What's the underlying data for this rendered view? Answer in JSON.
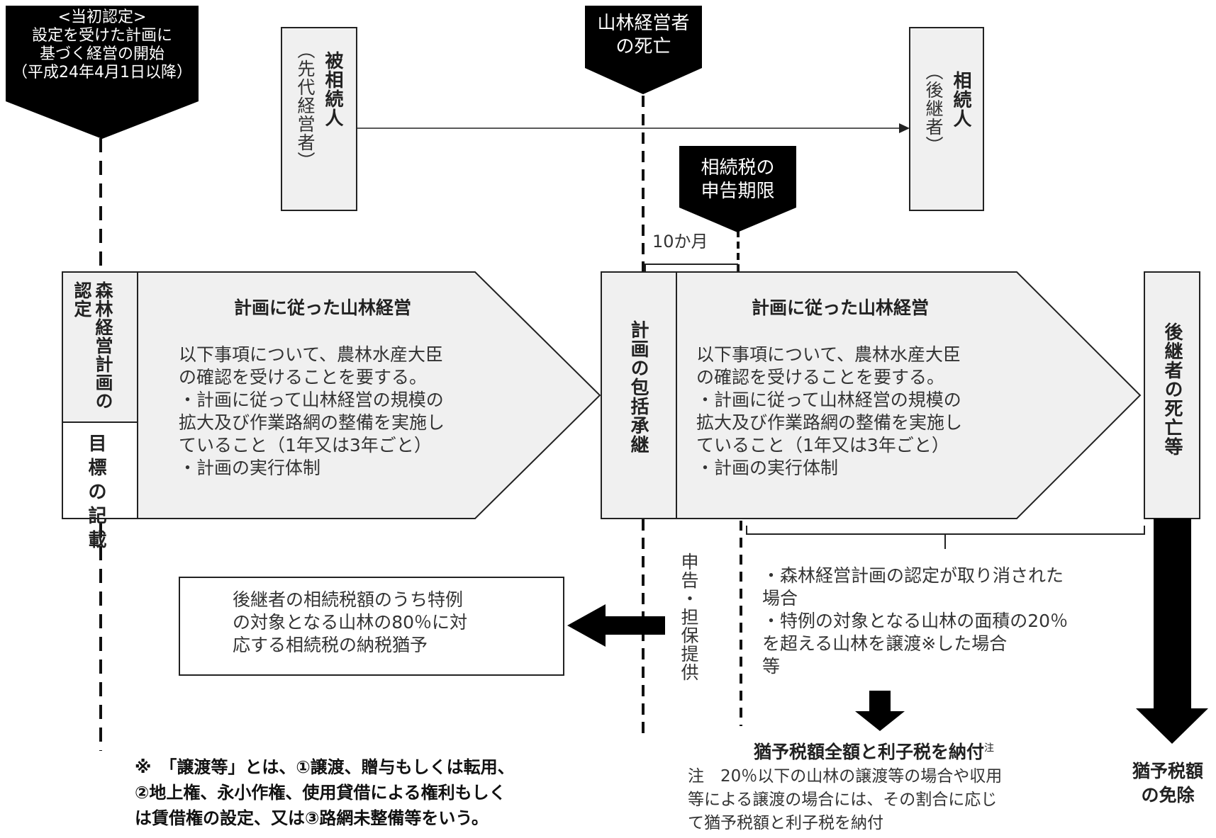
{
  "markers": {
    "initial_cert": "<当初認定>\n設定を受けた計画に\n基づく経営の開始\n（平成24年4月1日以降）",
    "forest_manager_death": "山林経営者\nの死亡",
    "tax_deadline": "相続税の\n申告期限"
  },
  "persons": {
    "decedent_main": "被相続人",
    "decedent_sub": "（先代経営者）",
    "heir_main": "相続人",
    "heir_sub": "（後継者）"
  },
  "period_label": "10か月",
  "left_block": {
    "cert_label": "森林経営計画の認定",
    "goal_label": "目標の記載",
    "title": "計画に従った山林経営",
    "body": "以下事項について、農林水産大臣\nの確認を受けることを要する。\n・計画に従って山林経営の規模の\n拡大及び作業路網の整備を実施し\nていること（1年又は3年ごと）\n・計画の実行体制"
  },
  "right_block": {
    "succession_label": "計画の包括承継",
    "title": "計画に従った山林経営",
    "body": "以下事項について、農林水産大臣\nの確認を受けることを要する。\n・計画に従って山林経営の規模の\n拡大及び作業路網の整備を実施し\nていること（1年又は3年ごと）\n・計画の実行体制"
  },
  "heir_death_label": "後継者の死亡等",
  "filing_label": "申告・担保提供",
  "deferral_box": "後継者の相続税額のうち特例\nの対象となる山林の80％に対\n応する相続税の納税猶予",
  "conditions": "・森林経営計画の認定が取り消された\n場合\n・特例の対象となる山林の面積の20％\nを超える山林を譲渡※した場合\n等",
  "payment_label": "猶予税額全額と利子税を納付",
  "payment_note_mark": "注",
  "note_text": "注　20％以下の山林の譲渡等の場合や収用\n等による譲渡の場合には、その割合に応じ\nて猶予税額と利子税を納付",
  "exemption_label": "猶予税額\nの免除",
  "footnote": "※　「譲渡等」とは、①譲渡、贈与もしくは転用、\n②地上権、永小作権、使用貸借による権利もしく\nは賃借権の設定、又は③路網未整備等をいう。",
  "colors": {
    "black": "#000000",
    "box_fill": "#f0f0f0",
    "box_stroke": "#222222",
    "text": "#333333"
  }
}
